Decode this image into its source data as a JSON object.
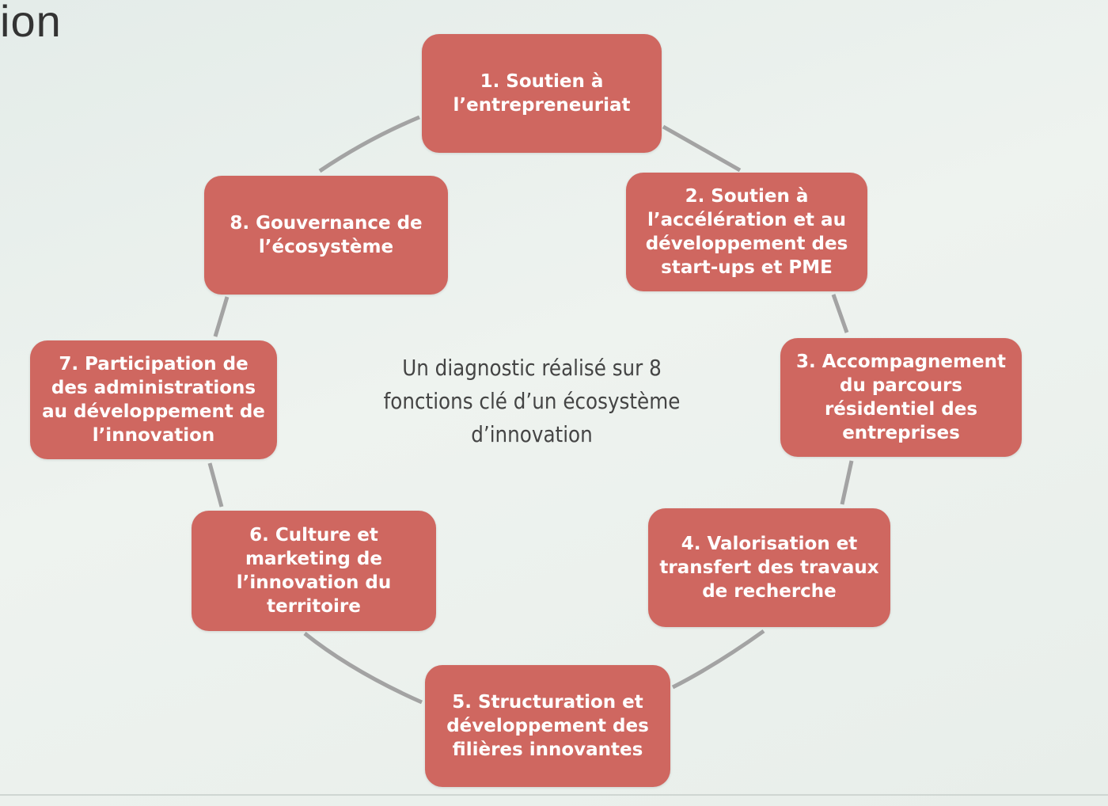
{
  "slide": {
    "title_fragment": "ion"
  },
  "diagram": {
    "center_text": "Un diagnostic réalisé sur 8 fonctions clé d’un écosystème d’innovation",
    "nodes": [
      {
        "label": "1. Soutien à l’entrepreneuriat"
      },
      {
        "label": "2. Soutien à l’accélération et au développement des start-ups et PME"
      },
      {
        "label": "3. Accompagnement du parcours résidentiel des entreprises"
      },
      {
        "label": "4. Valorisation et transfert des travaux de recherche"
      },
      {
        "label": "5. Structuration et développement des filières innovantes"
      },
      {
        "label": "6. Culture et marketing de l’innovation du territoire"
      },
      {
        "label": "7. Participation de des administrations au développement de l’innovation"
      },
      {
        "label": "8. Gouvernance de l’écosystème"
      }
    ]
  },
  "colors": {
    "node_fill": "#cf6760",
    "node_text": "#ffffff",
    "connector": "#a3a3a3",
    "background": "#e9f0ec",
    "title_text": "#333333"
  }
}
